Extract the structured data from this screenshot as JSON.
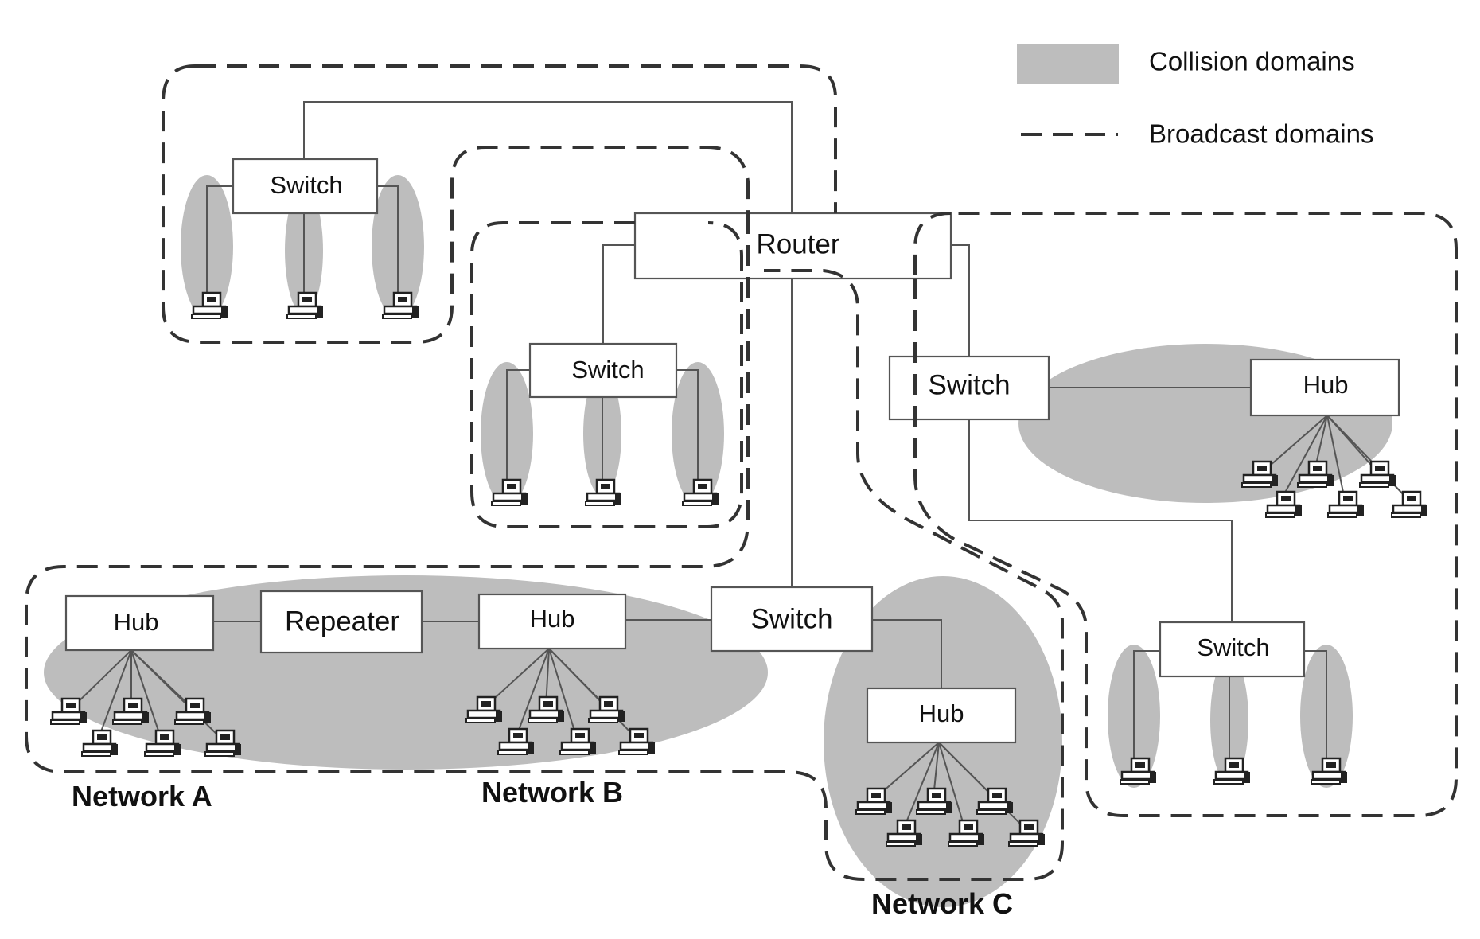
{
  "legend": {
    "collision": "Collision domains",
    "broadcast": "Broadcast domains"
  },
  "devices": {
    "router": "Router",
    "switch_top": "Switch",
    "switch_mid": "Switch",
    "switch_right": "Switch",
    "hub_right": "Hub",
    "switch_bottom_right": "Switch",
    "hub_a": "Hub",
    "repeater": "Repeater",
    "hub_b": "Hub",
    "switch_bottom": "Switch",
    "hub_c": "Hub"
  },
  "networks": {
    "a": "Network A",
    "b": "Network B",
    "c": "Network C"
  },
  "colors": {
    "collision_fill": "#bdbdbd",
    "line": "#555555",
    "dash": "#333333"
  },
  "icons": [
    "computer-icon"
  ]
}
